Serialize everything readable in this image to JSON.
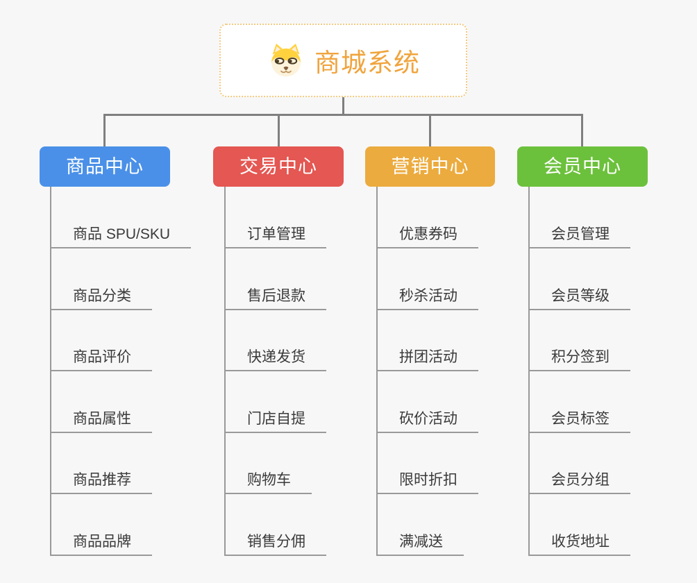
{
  "root": {
    "title": "商城系统",
    "icon": "dog-face-icon",
    "accent_color": "#F0A43D"
  },
  "branches": [
    {
      "label": "商品中心",
      "color": "#4A90E8",
      "children": [
        "商品 SPU/SKU",
        "商品分类",
        "商品评价",
        "商品属性",
        "商品推荐",
        "商品品牌"
      ]
    },
    {
      "label": "交易中心",
      "color": "#E45752",
      "children": [
        "订单管理",
        "售后退款",
        "快递发货",
        "门店自提",
        "购物车",
        "销售分佣"
      ]
    },
    {
      "label": "营销中心",
      "color": "#ECAB3E",
      "children": [
        "优惠券码",
        "秒杀活动",
        "拼团活动",
        "砍价活动",
        "限时折扣",
        "满减送"
      ]
    },
    {
      "label": "会员中心",
      "color": "#6CC13C",
      "children": [
        "会员管理",
        "会员等级",
        "积分签到",
        "会员标签",
        "会员分组",
        "收货地址"
      ]
    }
  ],
  "colors": {
    "background": "#F7F7F7",
    "connector": "#7F7F7F",
    "child_line": "#999999",
    "child_text": "#3A3A3A",
    "root_border": "#F4CA80"
  }
}
